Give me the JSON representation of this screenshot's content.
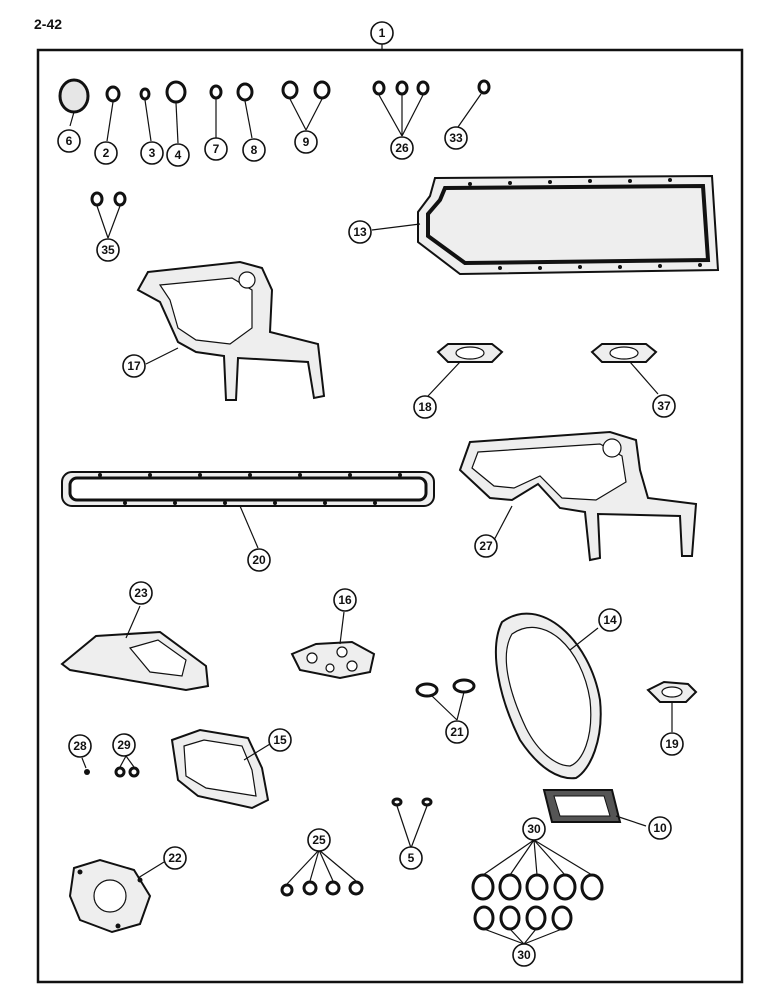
{
  "page_number": "2-42",
  "callouts": {
    "c1": "1",
    "c2": "2",
    "c3": "3",
    "c4": "4",
    "c5": "5",
    "c6": "6",
    "c7": "7",
    "c8": "8",
    "c9": "9",
    "c10": "10",
    "c13": "13",
    "c14": "14",
    "c15": "15",
    "c16": "16",
    "c17": "17",
    "c18": "18",
    "c19": "19",
    "c20": "20",
    "c21": "21",
    "c22": "22",
    "c23": "23",
    "c25": "25",
    "c26": "26",
    "c27": "27",
    "c28": "28",
    "c29": "29",
    "c30a": "30",
    "c30b": "30",
    "c33": "33",
    "c35": "35",
    "c37": "37"
  }
}
